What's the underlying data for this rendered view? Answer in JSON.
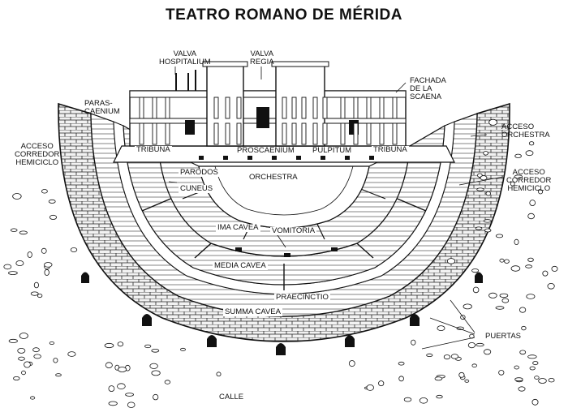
{
  "title": "TEATRO ROMANO DE MÉRIDA",
  "labels": {
    "valva_hospitalium": [
      "VALVA",
      "HOSPITALIUM"
    ],
    "valva_regia": [
      "VALVA",
      "REGIA"
    ],
    "fachada_scaena": [
      "FACHADA",
      "DE LA",
      "SCAENA"
    ],
    "parascaenium": [
      "PARAS-",
      "CAENIUM"
    ],
    "acceso_orchestra": [
      "ACCESO",
      "ORCHESTRA"
    ],
    "acceso_corredor_left": [
      "ACCESO",
      "CORREDOR",
      "HEMICICLO"
    ],
    "acceso_corredor_right": [
      "ACCESO",
      "CORREDOR",
      "HEMICICLO"
    ],
    "tribuna_left": "TRIBUNA",
    "tribuna_right": "TRIBUNA",
    "proscaenium": "PROSCAENIUM",
    "pulpitum": "PULPITUM",
    "parodos": "PARODOS",
    "orchestra": "ORCHESTRA",
    "cuneus": "CUNEUS",
    "ima_cavea": "IMA CAVEA",
    "vomitoria": "VOMITORIA",
    "media_cavea": "MEDIA CAVEA",
    "praecinctio": "PRAECINCTIO",
    "summa_cavea": "SUMMA CAVEA",
    "puertas": "PUERTAS",
    "calle": "CALLE"
  },
  "colors": {
    "ink": "#111111",
    "paper": "#ffffff",
    "stone": "#d9d9d9"
  }
}
